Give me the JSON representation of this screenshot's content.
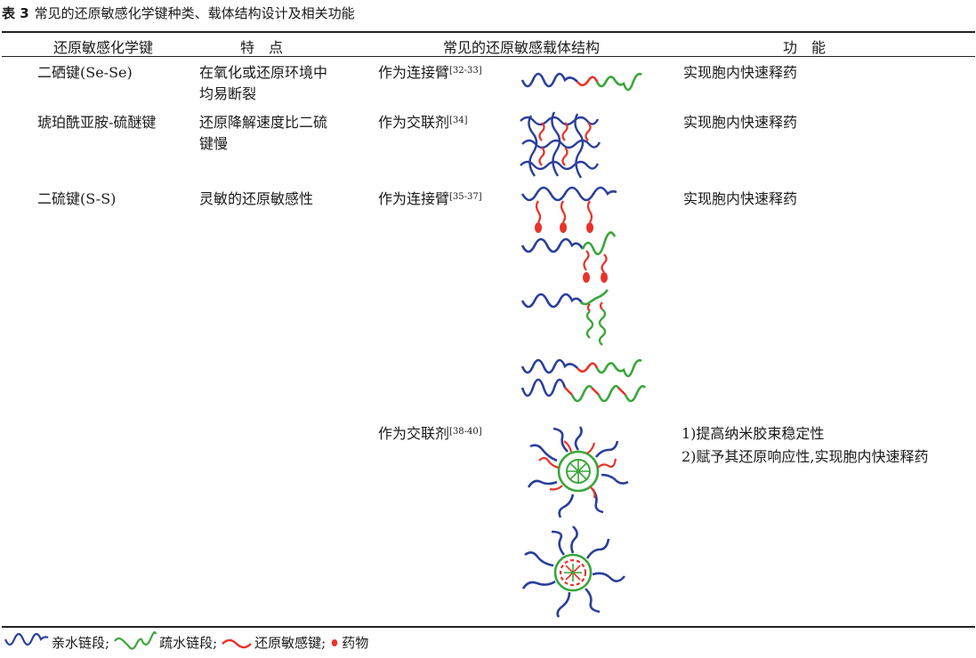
{
  "caption": {
    "label": "表 3",
    "title": "常见的还原敏感化学键种类、载体结构设计及相关功能"
  },
  "headers": [
    "还原敏感化学键",
    "特　点",
    "常见的还原敏感载体结构",
    "功　能"
  ],
  "rows": [
    {
      "bond": "二硒键(Se-Se)",
      "feature": [
        "在氧化或还原环境中",
        "均易断裂"
      ],
      "role": "作为连接臂",
      "ref": "[32-33]",
      "function": [
        "实现胞内快速释药"
      ]
    },
    {
      "bond": "琥珀酰亚胺-硫醚键",
      "feature": [
        "还原降解速度比二硫",
        "键慢"
      ],
      "role": "作为交联剂",
      "ref": "[34]",
      "function": [
        "实现胞内快速释药"
      ]
    },
    {
      "bond": "二硫键(S-S)",
      "feature": [
        "灵敏的还原敏感性"
      ],
      "role": "作为连接臂",
      "ref": "[35-37]",
      "function": [
        "实现胞内快速释药"
      ]
    },
    {
      "bond": "",
      "feature": [],
      "role": "作为交联剂",
      "ref": "[38-40]",
      "function": [
        "1)提高纳米胶束稳定性",
        "2)赋予其还原响应性,实现胞内快速释药"
      ]
    }
  ],
  "legend": [
    {
      "icon": "hydrophilic-wave",
      "label": "亲水链段;"
    },
    {
      "icon": "hydrophobic-wave",
      "label": "疏水链段;"
    },
    {
      "icon": "reduction-bond-wave",
      "label": "还原敏感键;"
    },
    {
      "icon": "drug-dot",
      "label": "药物"
    }
  ],
  "colors": {
    "hydrophilic": "#2a3f9b",
    "hydrophobic": "#3aa63a",
    "reduction": "#e8332a",
    "drug": "#e8332a"
  }
}
